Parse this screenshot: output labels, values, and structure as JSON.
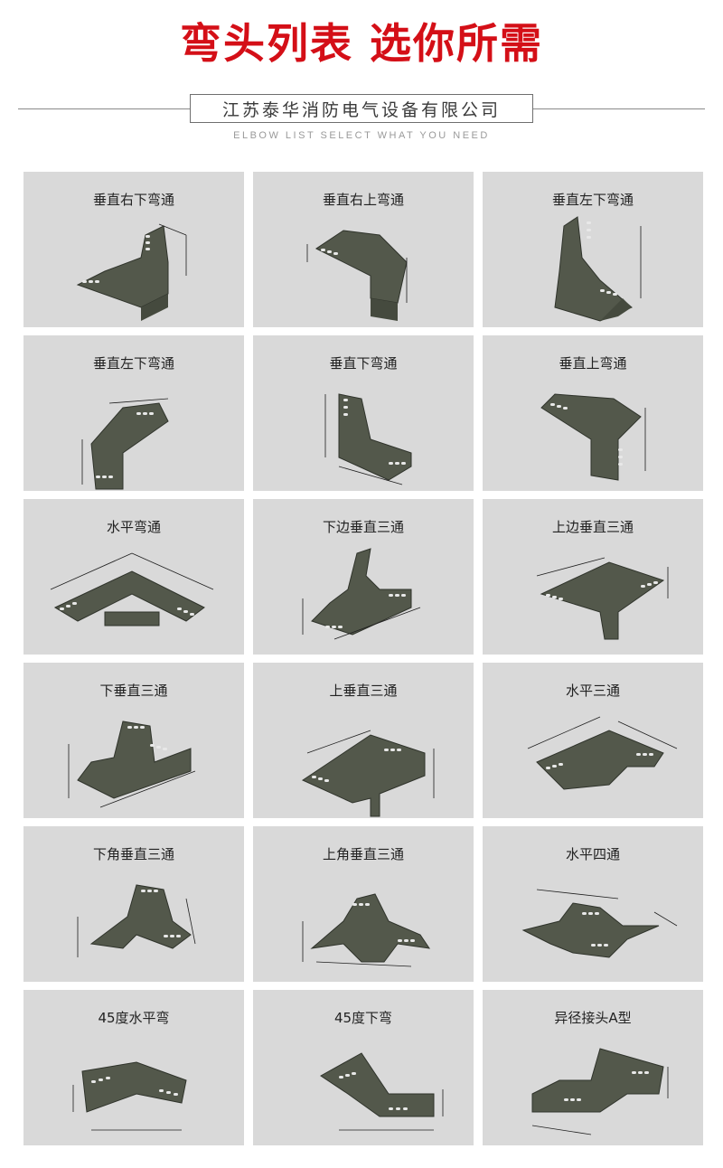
{
  "header": {
    "title": "弯头列表 选你所需",
    "company": "江苏泰华消防电气设备有限公司",
    "subtitle": "ELBOW LIST SELECT WHAT YOU NEED"
  },
  "colors": {
    "title_red": "#d40f17",
    "card_bg": "#d9d9d9",
    "part_fill": "#53584b"
  },
  "items": [
    {
      "label": "垂直右下弯通",
      "icon": "vertical-right-down-elbow-icon"
    },
    {
      "label": "垂直右上弯通",
      "icon": "vertical-right-up-elbow-icon"
    },
    {
      "label": "垂直左下弯通",
      "icon": "vertical-left-down-elbow-icon"
    },
    {
      "label": "垂直左下弯通",
      "icon": "vertical-left-down-elbow-icon"
    },
    {
      "label": "垂直下弯通",
      "icon": "vertical-down-elbow-icon"
    },
    {
      "label": "垂直上弯通",
      "icon": "vertical-up-elbow-icon"
    },
    {
      "label": "水平弯通",
      "icon": "horizontal-elbow-icon"
    },
    {
      "label": "下边垂直三通",
      "icon": "lower-edge-vertical-tee-icon"
    },
    {
      "label": "上边垂直三通",
      "icon": "upper-edge-vertical-tee-icon"
    },
    {
      "label": "下垂直三通",
      "icon": "lower-vertical-tee-icon"
    },
    {
      "label": "上垂直三通",
      "icon": "upper-vertical-tee-icon"
    },
    {
      "label": "水平三通",
      "icon": "horizontal-tee-icon"
    },
    {
      "label": "下角垂直三通",
      "icon": "lower-corner-vertical-tee-icon"
    },
    {
      "label": "上角垂直三通",
      "icon": "upper-corner-vertical-tee-icon"
    },
    {
      "label": "水平四通",
      "icon": "horizontal-cross-icon"
    },
    {
      "label": "45度水平弯",
      "icon": "45-degree-horizontal-elbow-icon"
    },
    {
      "label": "45度下弯",
      "icon": "45-degree-down-elbow-icon"
    },
    {
      "label": "异径接头A型",
      "icon": "reducer-type-a-icon"
    }
  ]
}
